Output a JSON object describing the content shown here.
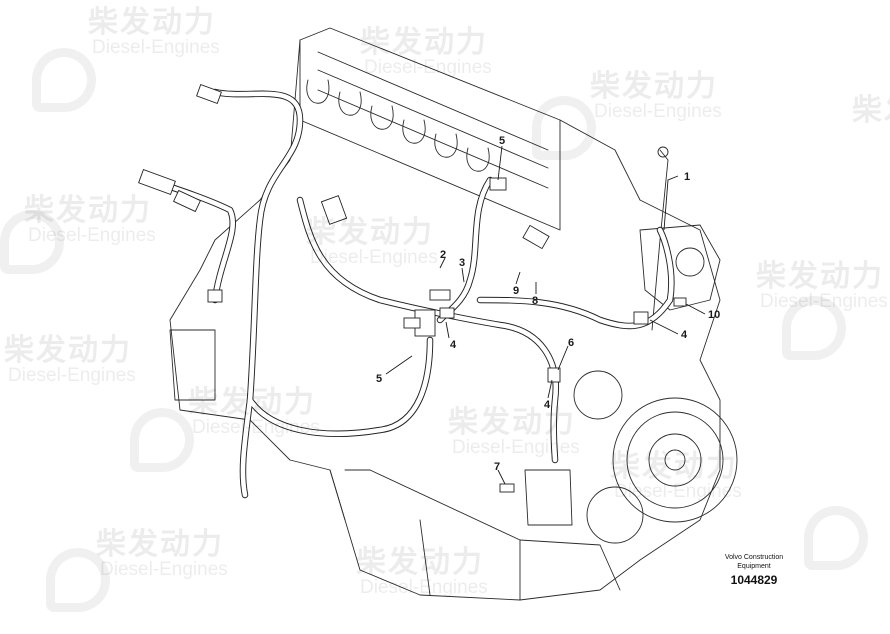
{
  "callouts": [
    "1",
    "2",
    "3",
    "4",
    "4",
    "4",
    "5",
    "5",
    "6",
    "7",
    "8",
    "9",
    "10"
  ],
  "caption": {
    "maker_line1": "Volvo Construction",
    "maker_line2": "Equipment",
    "figure_number": "1044829"
  },
  "watermark": {
    "brand_cn": "柴发动力",
    "brand_en": "Diesel-Engines"
  }
}
